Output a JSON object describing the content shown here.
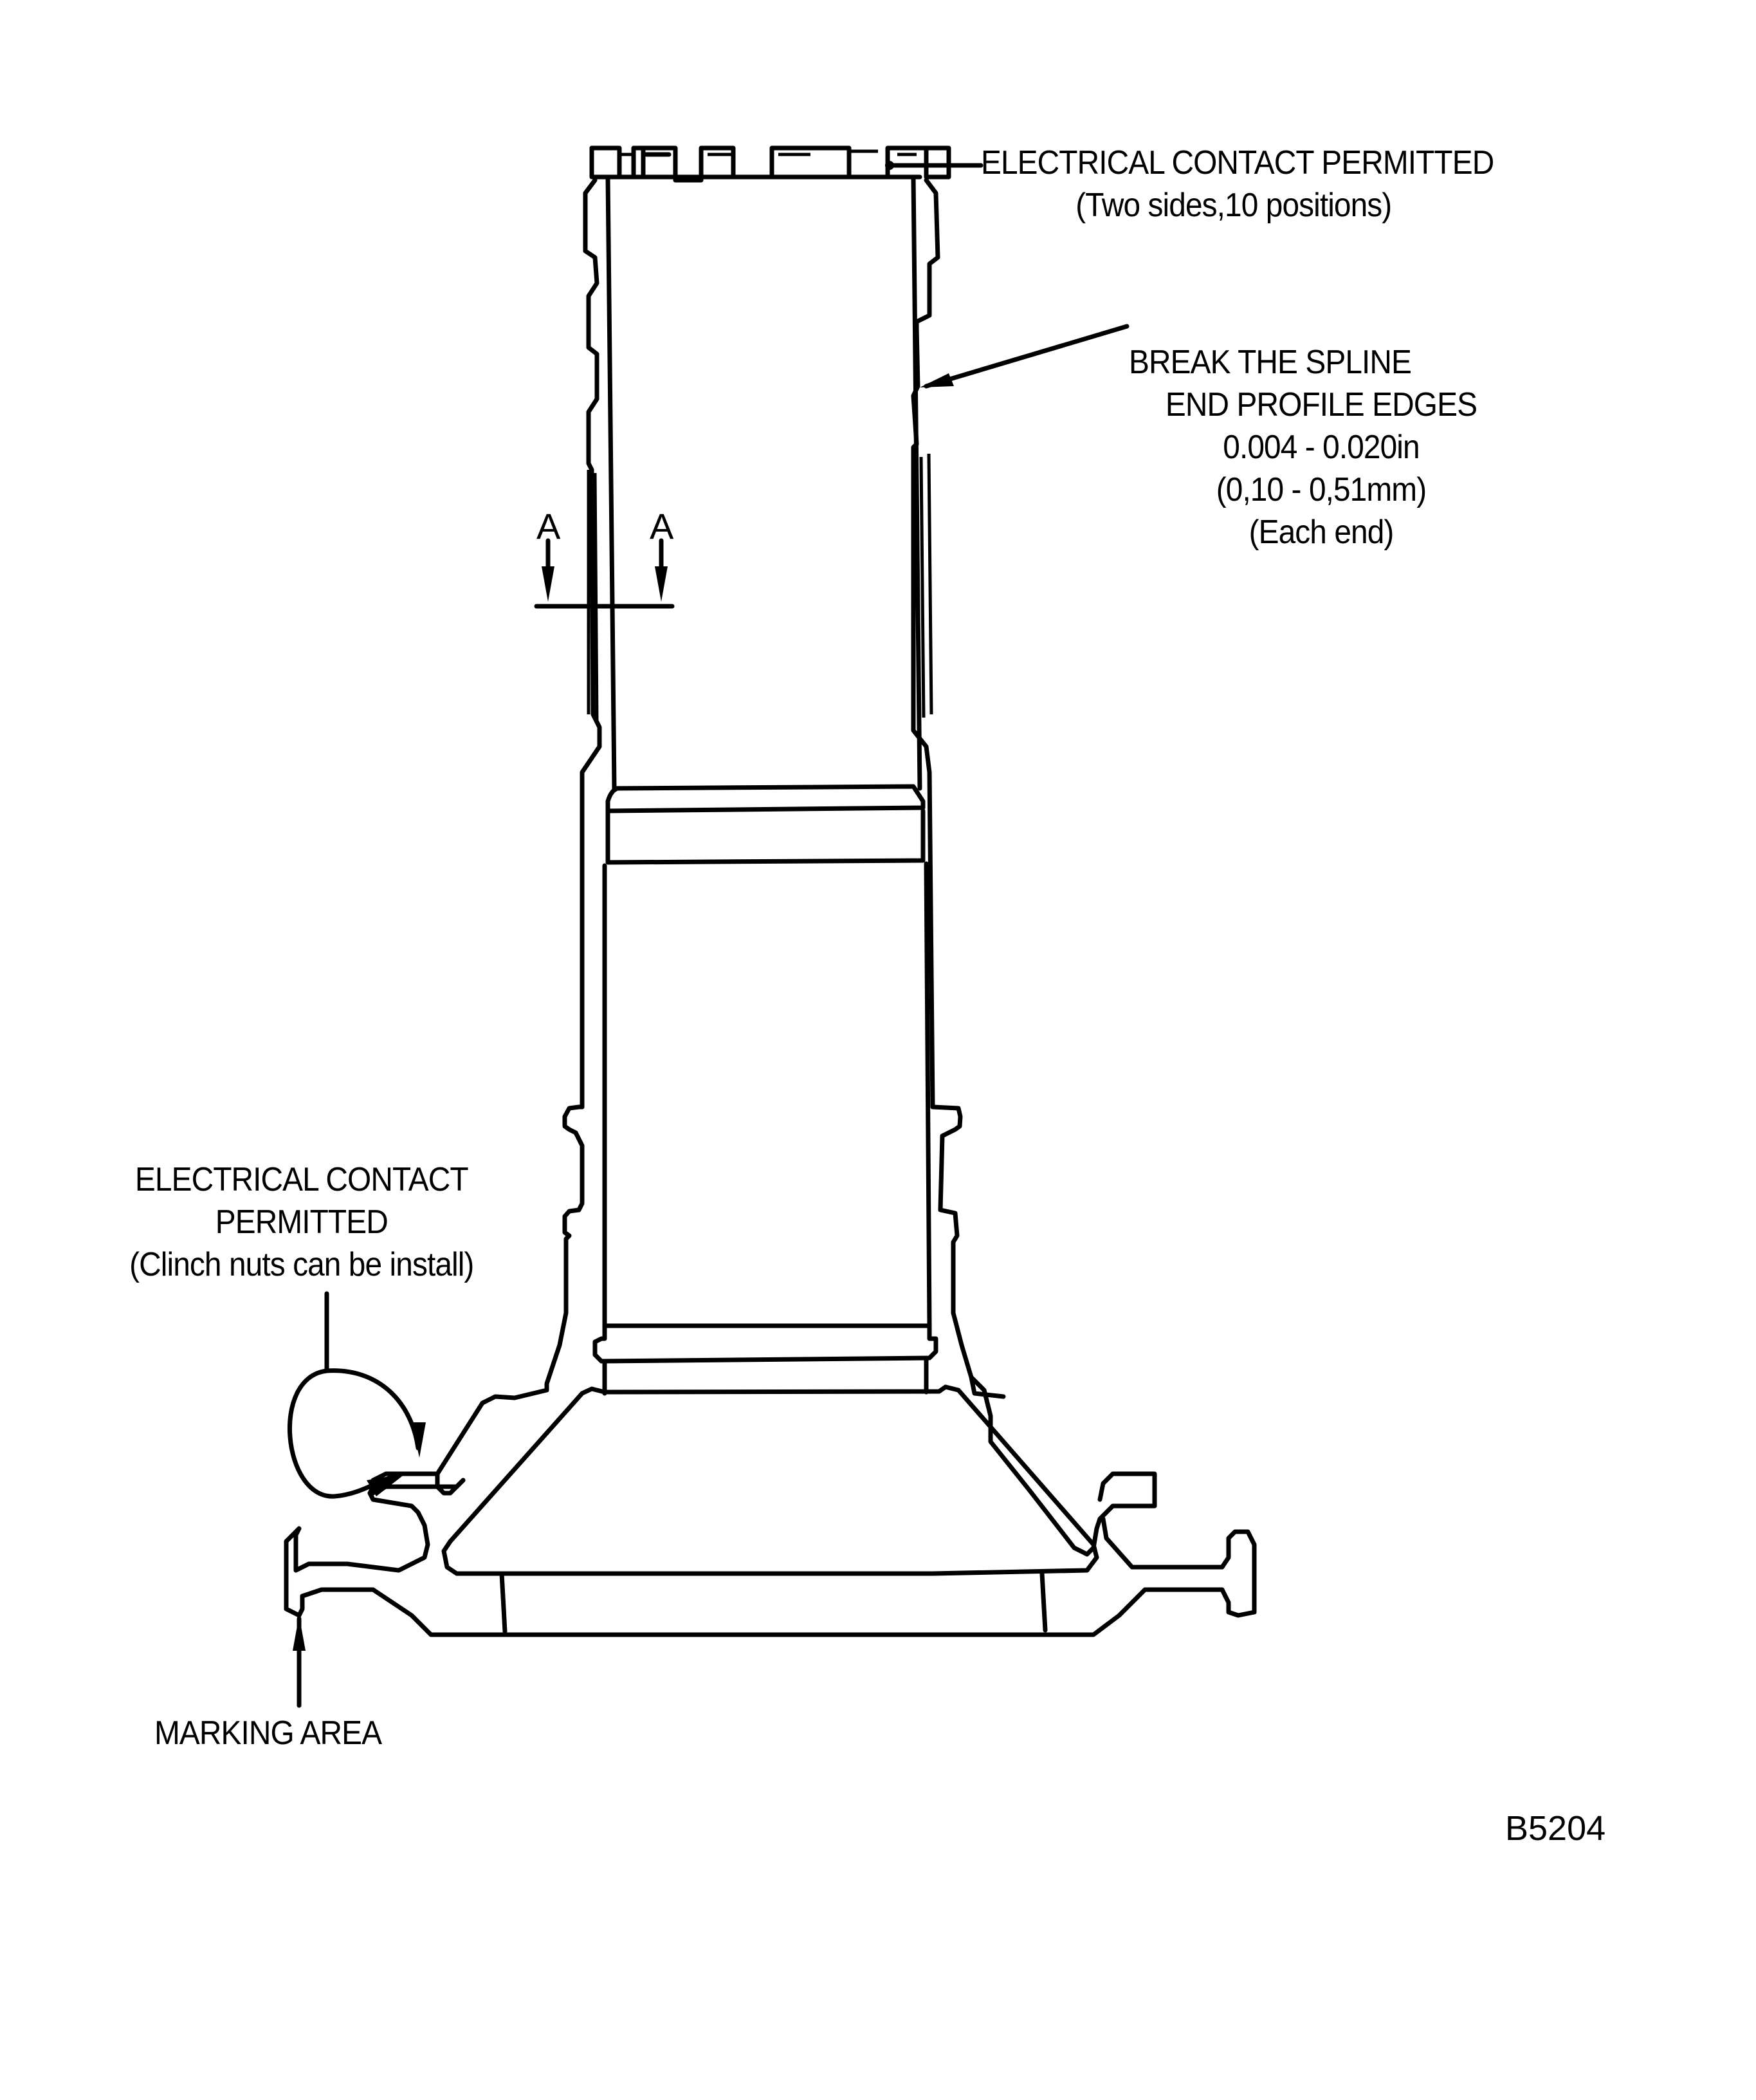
{
  "figure": {
    "id": "B5204",
    "type": "engineering-drawing",
    "subject": "splined shaft / fan hub cross-section"
  },
  "callouts": {
    "top_contact": {
      "line1": "ELECTRICAL CONTACT PERMITTED",
      "line2": "(Two sides,10 positions)"
    },
    "spline_break": {
      "line1": "BREAK THE SPLINE",
      "line2": "END PROFILE EDGES",
      "line3": "0.004 - 0.020in",
      "line4": "(0,10 - 0,51mm)",
      "line5": "(Each end)"
    },
    "clinch_contact": {
      "line1": "ELECTRICAL CONTACT",
      "line2": "PERMITTED",
      "line3": "(Clinch nuts can be install)"
    },
    "marking": {
      "line1": "MARKING AREA"
    }
  },
  "section": {
    "left_mark": "A",
    "right_mark": "A"
  },
  "colors": {
    "line": "#000000",
    "background": "#ffffff"
  }
}
